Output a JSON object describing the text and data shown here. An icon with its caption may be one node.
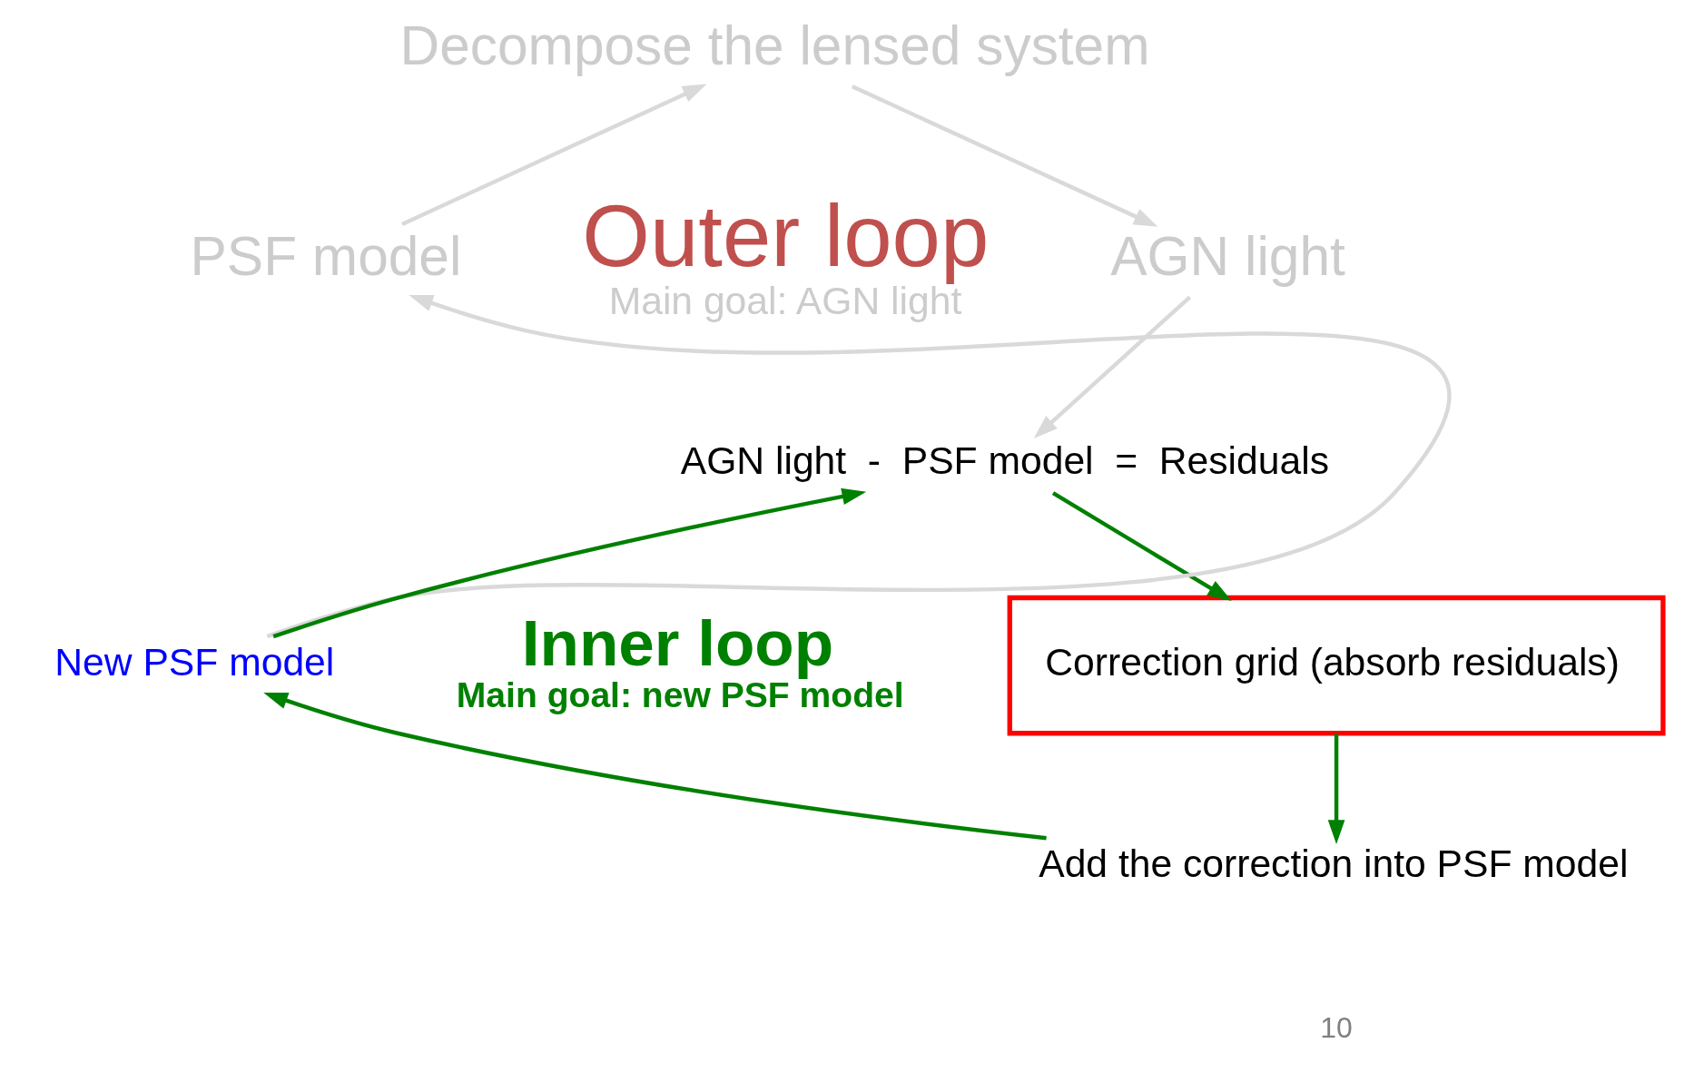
{
  "diagram": {
    "nodes": [
      {
        "text": [
          "Decompose the lensed system"
        ]
      },
      {
        "text": [
          "PSF model"
        ]
      },
      {
        "text": [
          "AGN light"
        ]
      },
      {
        "text": [
          "Outer loop",
          "Main goal: AGN light"
        ]
      },
      {
        "text": [
          "AGN light  -  PSF model  =  Residuals"
        ]
      },
      {
        "text": [
          "New PSF model"
        ]
      },
      {
        "text": [
          "Inner loop",
          "Main goal: new PSF model"
        ]
      },
      {
        "text": [
          "Correction grid (absorb residuals)"
        ]
      },
      {
        "text": [
          "Add the correction into PSF model"
        ]
      }
    ],
    "edges": [
      {
        "from": 1,
        "to": 0,
        "arrow": "to",
        "color": "#d9d9d9"
      },
      {
        "from": 0,
        "to": 2,
        "arrow": "to",
        "color": "#d9d9d9"
      },
      {
        "from": 2,
        "to": 4,
        "arrow": "to",
        "color": "#d9d9d9"
      },
      {
        "from": 5,
        "to": 1,
        "arrow": "to",
        "color": "#d9d9d9"
      },
      {
        "from": 5,
        "to": 4,
        "arrow": "to",
        "color": "#008000"
      },
      {
        "from": 4,
        "to": 7,
        "arrow": "to",
        "color": "#008000"
      },
      {
        "from": 7,
        "to": 8,
        "arrow": "to",
        "color": "#008000"
      },
      {
        "from": 8,
        "to": 5,
        "arrow": "to",
        "color": "#008000"
      }
    ],
    "labels": [
      "10"
    ]
  }
}
